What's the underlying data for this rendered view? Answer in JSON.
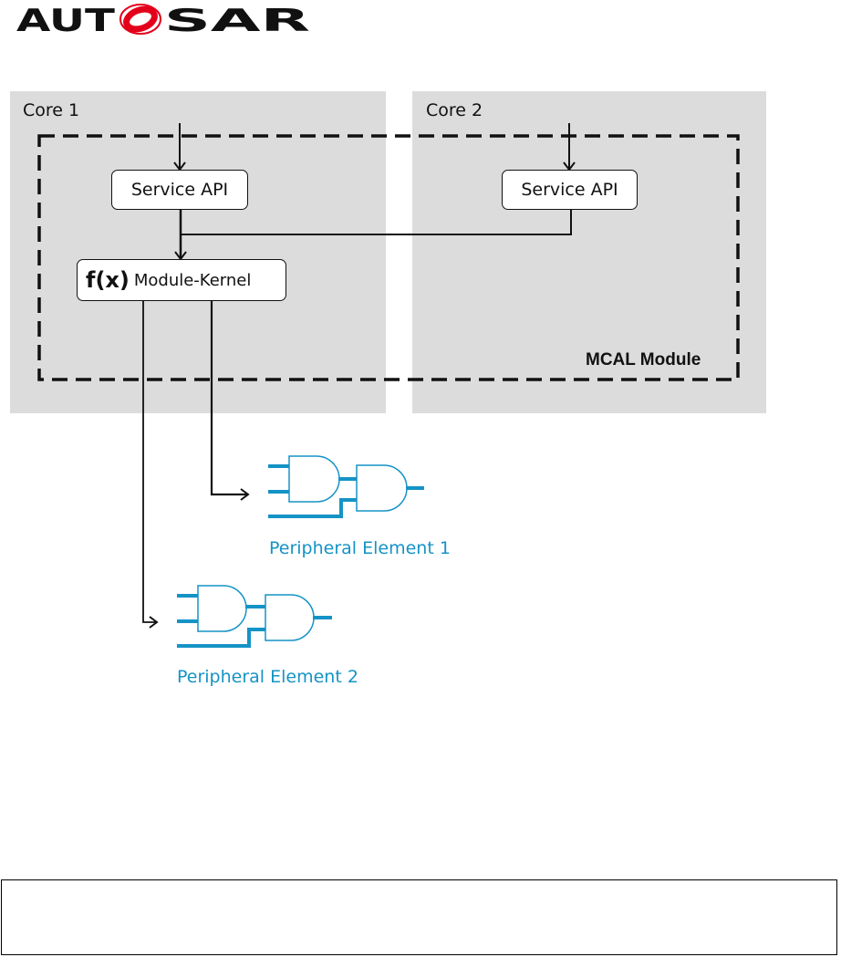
{
  "header": {
    "logo_text": "AUTOSAR",
    "logo_icon": "autosar-logo-icon"
  },
  "diagram": {
    "cores": [
      {
        "label": "Core 1"
      },
      {
        "label": "Core 2"
      }
    ],
    "module_label": "MCAL Module",
    "service_api_1": "Service API",
    "service_api_2": "Service API",
    "kernel": {
      "fx": "f(x)",
      "label": "Module-Kernel"
    },
    "peripherals": [
      {
        "label": "Peripheral Element 1"
      },
      {
        "label": "Peripheral Element 2"
      }
    ],
    "colors": {
      "core_bg": "#dcdcdc",
      "peripheral": "#1593c6",
      "logo_red": "#e3001b",
      "line": "#111111"
    }
  },
  "footer_box": {
    "text": ""
  }
}
